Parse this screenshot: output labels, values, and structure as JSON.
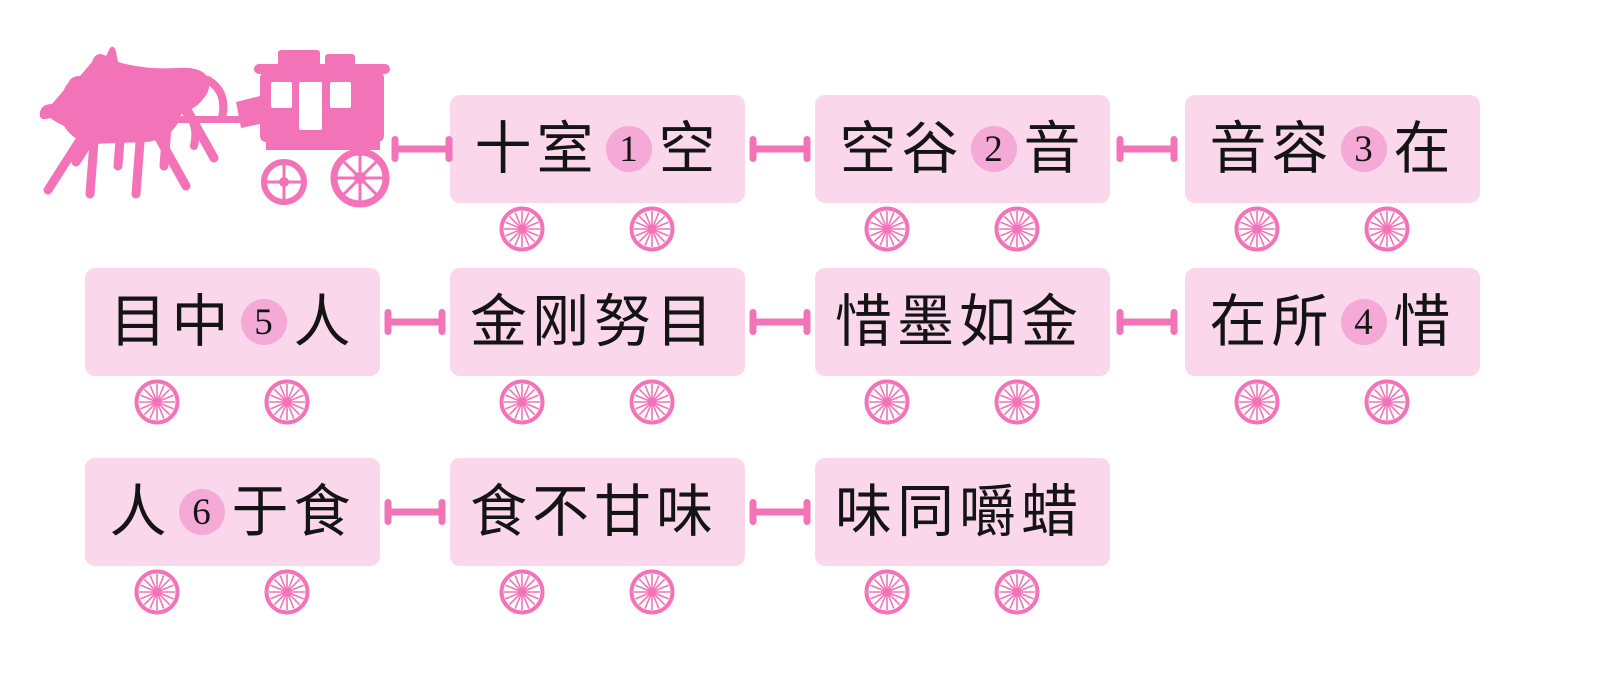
{
  "puzzle": {
    "kind": "chinese-idiom-chain",
    "colors": {
      "accent_pink": "#f273b7",
      "carriage_body_pink": "#fbd7ec",
      "blank_circle_pink": "#f4a9d6",
      "text_black": "#141414",
      "background": "#ffffff"
    },
    "icons": {
      "horse_carriage": "horse-carriage-silhouette",
      "wheel": "spoked-wheel",
      "coupling": "coupling-link"
    }
  },
  "carriages": [
    {
      "row": 1,
      "pre": "十室",
      "num": "1",
      "post": "空"
    },
    {
      "row": 1,
      "pre": "空谷",
      "num": "2",
      "post": "音"
    },
    {
      "row": 1,
      "pre": "音容",
      "num": "3",
      "post": "在"
    },
    {
      "row": 2,
      "pre": "目中",
      "num": "5",
      "post": "人"
    },
    {
      "row": 2,
      "pre": "金刚努目",
      "num": "",
      "post": ""
    },
    {
      "row": 2,
      "pre": "惜墨如金",
      "num": "",
      "post": ""
    },
    {
      "row": 2,
      "pre": "在所",
      "num": "4",
      "post": "惜"
    },
    {
      "row": 3,
      "pre": "人",
      "num": "6",
      "post": "于食"
    },
    {
      "row": 3,
      "pre": "食不甘味",
      "num": "",
      "post": ""
    },
    {
      "row": 3,
      "pre": "味同嚼蜡",
      "num": "",
      "post": ""
    }
  ]
}
